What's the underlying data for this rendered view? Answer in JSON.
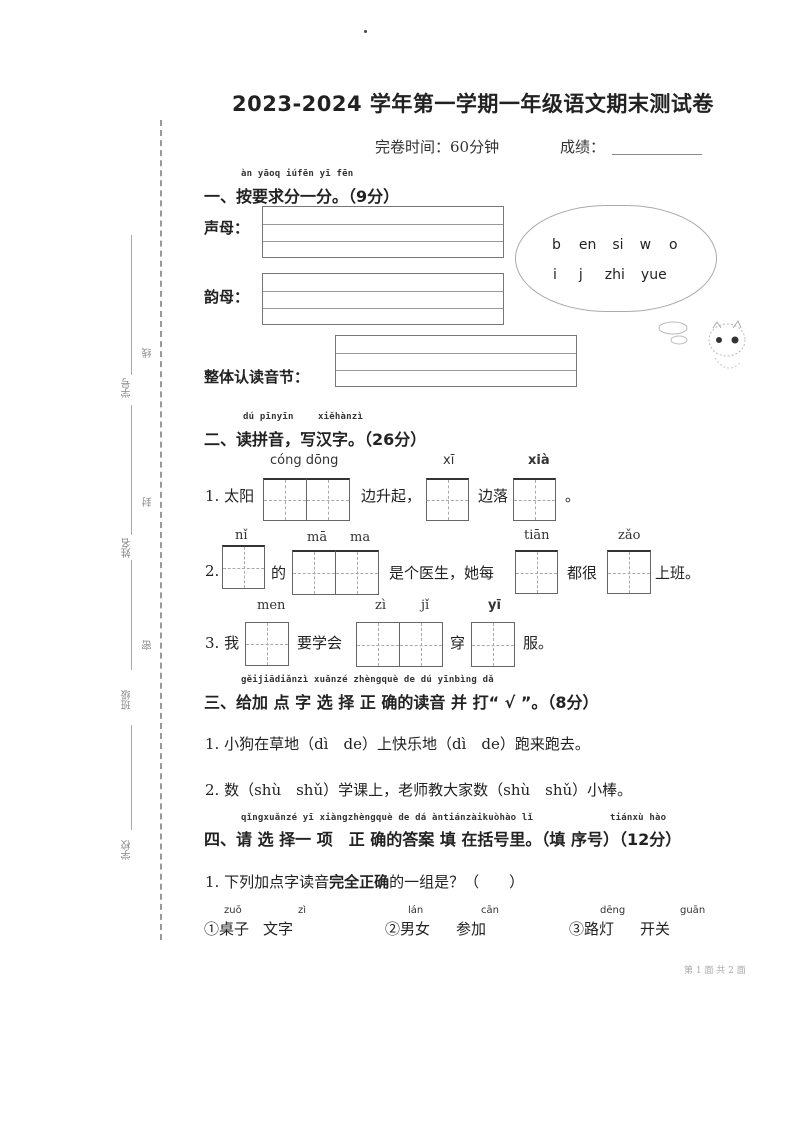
{
  "header": {
    "title": "2023-2024 学年第一学期一年级语文期末测试卷",
    "time_label": "完卷时间：60分钟",
    "score_label": "成绩："
  },
  "binding_margin": {
    "fields": [
      "学号",
      "姓名",
      "班级",
      "学校"
    ],
    "seal_chars": [
      "线",
      "封",
      "密"
    ]
  },
  "section1": {
    "pinyin": "àn yāoq iúfēn yī fēn",
    "title": "一、按要求分一分。（9分）",
    "labels": {
      "shengmu": "声母：",
      "yunmu": "韵母：",
      "zhengti": "整体认读音节："
    },
    "bubble_row1": [
      "b",
      "en",
      "si",
      "w",
      "o"
    ],
    "bubble_row2": [
      "i",
      "j",
      "zhi",
      "yue"
    ]
  },
  "section2": {
    "pinyin_a": "dú pīnyīn",
    "pinyin_b": "xiěhànzì",
    "title": "二、读拼音，写汉字。（26分）",
    "q1": {
      "num": "1. 太阳",
      "py1": "cóng dōng",
      "mid": "边升起，",
      "py2": "xī",
      "mid2": "边落",
      "py3": "xià",
      "end": "。"
    },
    "q2": {
      "num": "2.",
      "py1": "nǐ",
      "t1": "的",
      "py2a": "mā",
      "py2b": "ma",
      "t2": "是个医生，她每",
      "py3": "tiān",
      "t3": "都很",
      "py4": "zǎo",
      "t4": "上班。"
    },
    "q3": {
      "num": "3. 我",
      "py1": "men",
      "t1": "要学会",
      "py2a": "zì",
      "py2b": "jǐ",
      "t2": "穿",
      "py3": "yī",
      "t3": "服。"
    }
  },
  "section3": {
    "pinyin": "gěijiādiǎnzì xuǎnzé zhèngquè de dú yīnbìng dǎ",
    "title": "三、给加 点 字 选 择 正 确的读音 并 打“ √ ”。（8分）",
    "q1": "1. 小狗在草地（dì　de）上快乐地（dì　de）跑来跑去。",
    "q2": "2. 数（shù　shǔ）学课上，老师教大家数（shù　shǔ）小棒。"
  },
  "section4": {
    "pinyin": "qǐngxuǎnzé yī xiàngzhèngquè de dá àntiánzàikuòhào lǐ",
    "pinyin_b": "tiánxù hào",
    "title": "四、请 选 择一 项　正 确的答案 填 在括号里。（填 序号）（12分）",
    "q1_pre": "1. 下列加点字读音",
    "q1_bold": "完全正确",
    "q1_post": "的一组是？（　　）",
    "options": [
      {
        "mark": "①",
        "w1": "桌子",
        "p1": "zuō",
        "w2": "文字",
        "p2": "zì"
      },
      {
        "mark": "②",
        "w1": "男女",
        "p1": "lán",
        "w2": "参加",
        "p2": "cān"
      },
      {
        "mark": "③",
        "w1": "路灯",
        "p1": "dēng",
        "w2": "开关",
        "p2": "guān"
      }
    ]
  },
  "footer": {
    "page": "第 1 面 共 2 面"
  }
}
